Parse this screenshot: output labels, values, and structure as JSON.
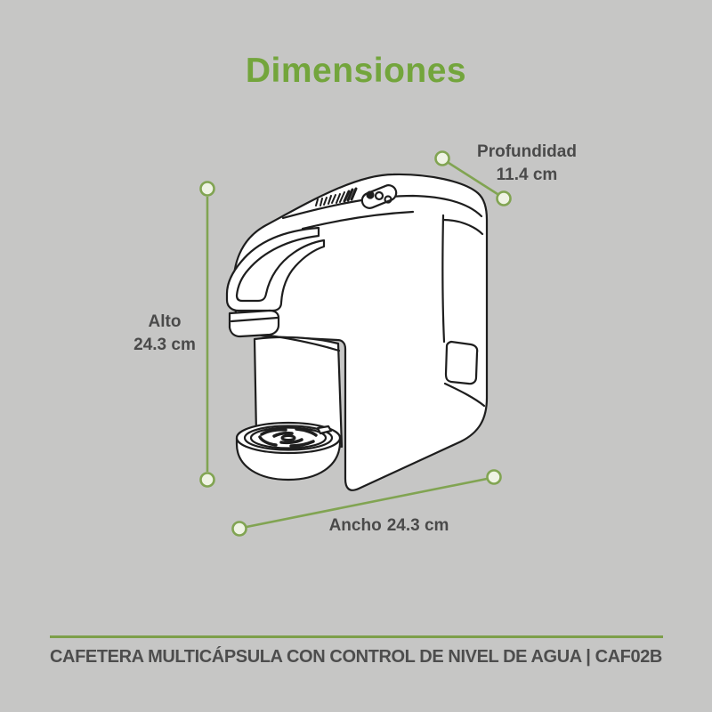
{
  "title": {
    "text": "Dimensiones"
  },
  "dimensions": {
    "depth": {
      "label": "Profundidad",
      "value": "11.4 cm"
    },
    "height": {
      "label": "Alto",
      "value": "24.3 cm"
    },
    "width": {
      "label": "Ancho",
      "value": "24.3 cm"
    }
  },
  "footer": {
    "caption": "CAFETERA MULTICÁPSULA CON CONTROL DE NIVEL DE AGUA | CAF02B"
  },
  "illustration": {
    "name": "coffee-machine-line-drawing"
  },
  "colors": {
    "background": "#c6c6c5",
    "title_green": "#73a53c",
    "dimension_line_green": "#81a452",
    "divider_green": "#7d9f4a",
    "label_text": "#4a4a4a",
    "outline": "#1e1e1e"
  }
}
